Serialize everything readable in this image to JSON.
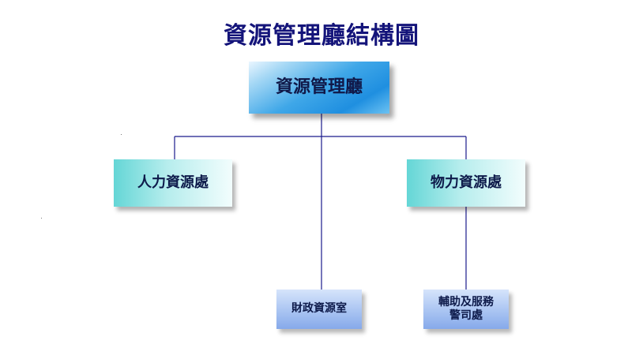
{
  "title": "資源管理廳結構圖",
  "nodes": {
    "top": "資源管理廳",
    "human_resources": "人力資源處",
    "physical_resources": "物力資源處",
    "financial_resources": "財政資源室",
    "auxiliary_line1": "輔助及服務",
    "auxiliary_line2": "警司處"
  },
  "colors": {
    "title": "#14147a",
    "connector": "#1a1a8c",
    "top_box": "#3fa7e8",
    "mid_box": "#64d6d6",
    "small_box": "#a9c4f2"
  }
}
